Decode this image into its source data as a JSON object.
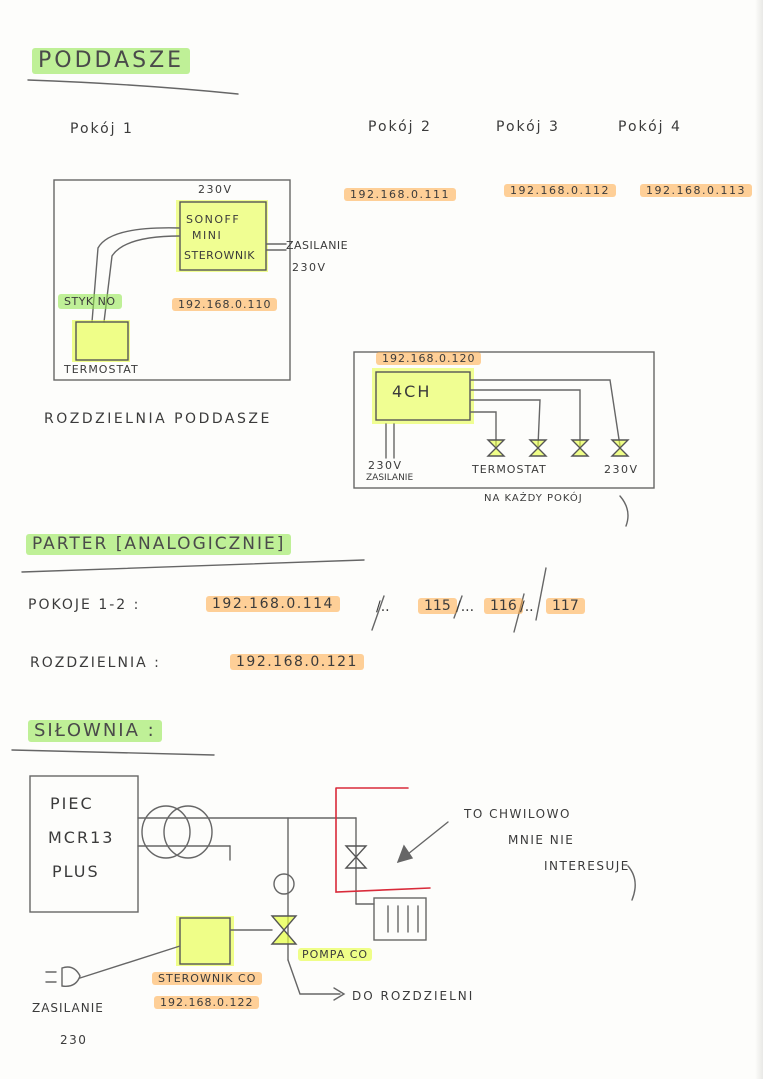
{
  "sections": {
    "attic": {
      "title": "PODDASZE",
      "room1": "Pokój 1",
      "room2": "Pokój 2",
      "room3": "Pokój 3",
      "room4": "Pokój 4",
      "ip_room2": "192.168.0.111",
      "ip_room3": "192.168.0.112",
      "ip_room4": "192.168.0.113",
      "box_voltage": "230V",
      "sonoff_line1": "SONOFF",
      "sonoff_line2": "MINI",
      "sonoff_line3": "STEROWNIK",
      "supply_label": "ZASILANIE",
      "supply_voltage": "230V",
      "contact_label": "STYK NO",
      "sonoff_ip": "192.168.0.110",
      "thermostat_label": "TERMOSTAT",
      "panel_label": "ROZDZIELNIA PODDASZE",
      "ch4_ip": "192.168.0.120",
      "ch4_label": "4CH",
      "ch4_voltage": "230V",
      "ch4_supply": "ZASILANIE",
      "ch4_thermostat": "TERMOSTAT",
      "ch4_out_voltage": "230V",
      "ch4_note": "NA KAŻDY POKÓJ"
    },
    "ground": {
      "title": "PARTER [ANALOGICZNIE]",
      "rooms_prefix": "POKOJE 1-2 :",
      "ip_a": "192.168.0.114",
      "sep1": "/..",
      "ip_b": "115",
      "sep2": "/...",
      "ip_c": "116",
      "sep3": "/..",
      "ip_d": "117",
      "panel_prefix": "ROZDZIELNIA :",
      "panel_ip": "192.168.0.121"
    },
    "boiler": {
      "title": "SIŁOWNIA :",
      "furnace_line1": "PIEC",
      "furnace_line2": "MCR13",
      "furnace_line3": "PLUS",
      "note_line1": "TO CHWILOWO",
      "note_line2": "MNIE NIE",
      "note_line3": "INTERESUJE",
      "pump_label": "POMPA CO",
      "controller_label": "STEROWNIK CO",
      "controller_ip": "192.168.0.122",
      "to_panel": "DO ROZDZIELNI",
      "supply_label": "ZASILANIE",
      "supply_voltage": "230"
    }
  },
  "colors": {
    "highlight_green": "#8ce646",
    "highlight_orange": "#ffaa46",
    "highlight_yellow": "#e6ff3c",
    "pipe_red": "#d92b3a",
    "pencil": "#555555"
  }
}
